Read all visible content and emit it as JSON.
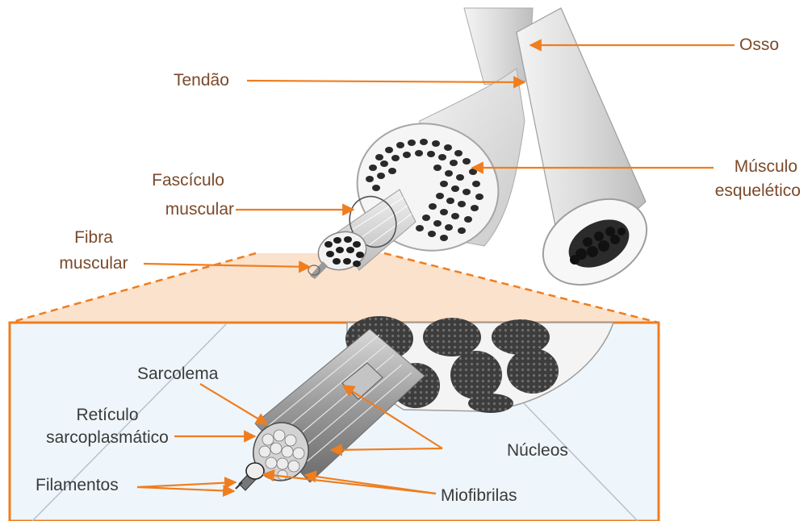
{
  "labels": {
    "osso": "Osso",
    "tendao": "Tendão",
    "musculo_line1": "Músculo",
    "musculo_line2": "esquelético",
    "fasciculo_line1": "Fascículo",
    "fasciculo_line2": "muscular",
    "fibra_line1": "Fibra",
    "fibra_line2": "muscular",
    "sarcolema": "Sarcolema",
    "reticulo_line1": "Retículo",
    "reticulo_line2": "sarcoplasmático",
    "nucleos": "Núcleos",
    "filamentos": "Filamentos",
    "miofibrilas": "Miofibrilas"
  },
  "colors": {
    "label_upper": "#7a4a2a",
    "label_lower": "#3a3a3a",
    "arrow": "#f07d1e",
    "inset_fill": "#eef6fb",
    "inset_border": "#f07d1e",
    "zoom_fill": "#fbe2cc"
  }
}
